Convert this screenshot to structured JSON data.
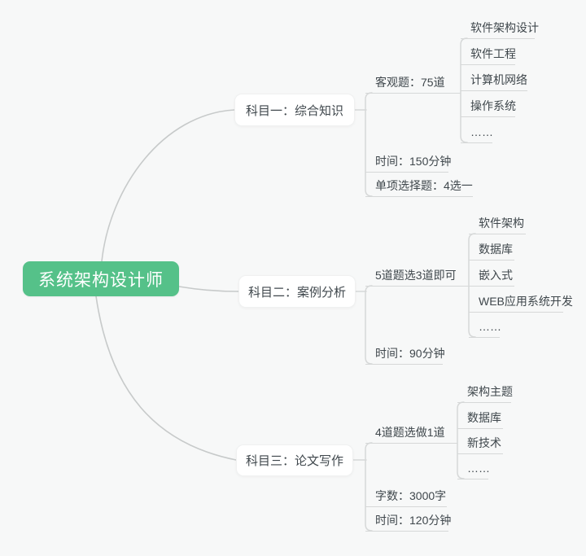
{
  "colors": {
    "root_fill": "#55C189",
    "root_text": "#FFFFFF",
    "connector": "#D6D8D8",
    "curve": "#C7CACA",
    "node_text": "#3F474C",
    "background": "#F7F8F8"
  },
  "mindmap": {
    "root": {
      "label": "系统架构设计师"
    },
    "branches": [
      {
        "label": "科目一：综合知识",
        "children": [
          {
            "label": "客观题：75道",
            "children": [
              "软件架构设计",
              "软件工程",
              "计算机网络",
              "操作系统",
              "……"
            ]
          },
          {
            "label": "时间：150分钟"
          },
          {
            "label": "单项选择题：4选一"
          }
        ]
      },
      {
        "label": "科目二：案例分析",
        "children": [
          {
            "label": "5道题选3道即可",
            "children": [
              "软件架构",
              "数据库",
              "嵌入式",
              "WEB应用系统开发",
              "……"
            ]
          },
          {
            "label": "时间：90分钟"
          }
        ]
      },
      {
        "label": "科目三：论文写作",
        "children": [
          {
            "label": "4道题选做1道",
            "children": [
              "架构主题",
              "数据库",
              "新技术",
              "……"
            ]
          },
          {
            "label": "字数：3000字"
          },
          {
            "label": "时间：120分钟"
          }
        ]
      }
    ]
  }
}
